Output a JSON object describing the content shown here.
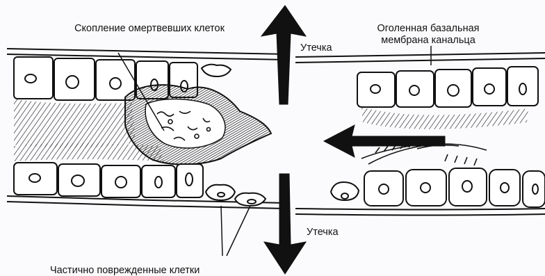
{
  "diagram": {
    "labels": {
      "dead_cells": "Скопление омертвевших клеток",
      "bare_membrane": "Оголенная базальная мембрана канальца",
      "leak_top": "Утечка",
      "leak_bottom": "Утечка",
      "damaged_cells": "Частично поврежденные клетки"
    },
    "colors": {
      "ink": "#111111",
      "background": "#fbfbfd"
    },
    "arrows": [
      {
        "name": "leak-arrow-up",
        "direction": "up"
      },
      {
        "name": "leak-arrow-down",
        "direction": "down"
      },
      {
        "name": "backflow-arrow-left",
        "direction": "left"
      }
    ]
  }
}
